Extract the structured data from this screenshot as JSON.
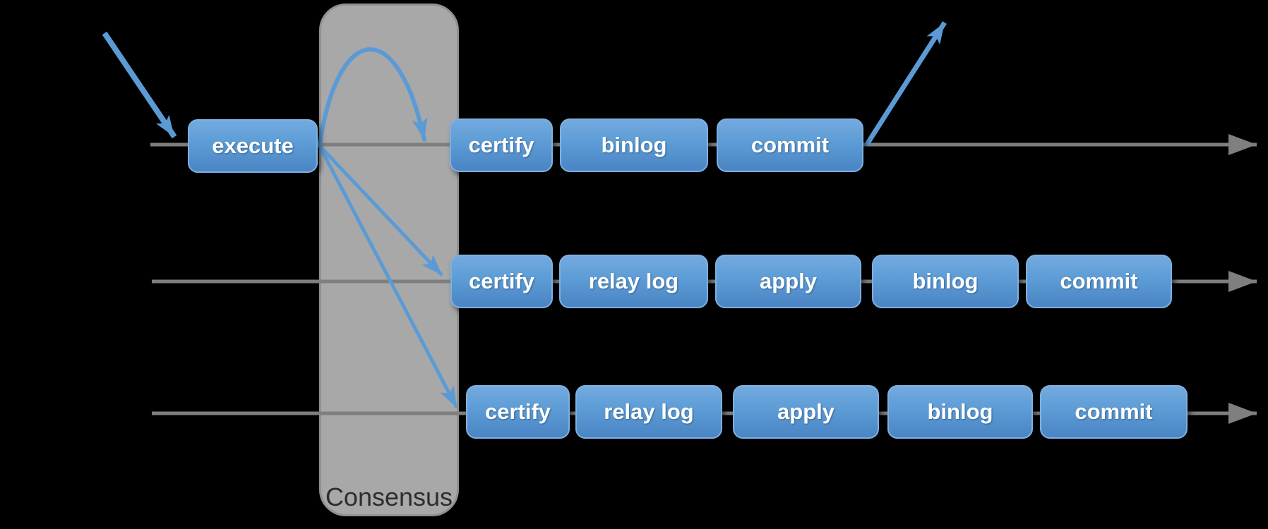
{
  "diagram": {
    "kind": "replication-pipeline",
    "consensus": {
      "label": "Consensus"
    },
    "lanes": [
      {
        "name": "primary-lane",
        "steps": [
          {
            "label": "execute"
          },
          {
            "label": "certify"
          },
          {
            "label": "binlog"
          },
          {
            "label": "commit"
          }
        ]
      },
      {
        "name": "secondary-lane-1",
        "steps": [
          {
            "label": "certify"
          },
          {
            "label": "relay log"
          },
          {
            "label": "apply"
          },
          {
            "label": "binlog"
          },
          {
            "label": "commit"
          }
        ]
      },
      {
        "name": "secondary-lane-2",
        "steps": [
          {
            "label": "certify"
          },
          {
            "label": "relay log"
          },
          {
            "label": "apply"
          },
          {
            "label": "binlog"
          },
          {
            "label": "commit"
          }
        ]
      }
    ],
    "arrows": [
      {
        "name": "incoming-request-arrow",
        "color": "#5b9bd5"
      },
      {
        "name": "consensus-selfloop-arrow",
        "color": "#5b9bd5"
      },
      {
        "name": "broadcast-arrow-secondary-1",
        "color": "#5b9bd5"
      },
      {
        "name": "broadcast-arrow-secondary-2",
        "color": "#5b9bd5"
      },
      {
        "name": "response-arrow",
        "color": "#5b9bd5"
      },
      {
        "name": "lane-flow-arrow-1",
        "color": "#7f7f7f"
      },
      {
        "name": "lane-flow-arrow-2",
        "color": "#7f7f7f"
      },
      {
        "name": "lane-flow-arrow-3",
        "color": "#7f7f7f"
      }
    ],
    "colors": {
      "background": "#000000",
      "step_gradient_top": "#73aadf",
      "step_gradient_bottom": "#4a84c4",
      "step_border": "#7fb0e0",
      "step_text": "#ffffff",
      "blue_arrow": "#5b9bd5",
      "lane_gray": "#7f7f7f",
      "consensus_fill": "#a8a8a8",
      "consensus_border": "#919191",
      "consensus_text": "#2d2d2d"
    }
  }
}
